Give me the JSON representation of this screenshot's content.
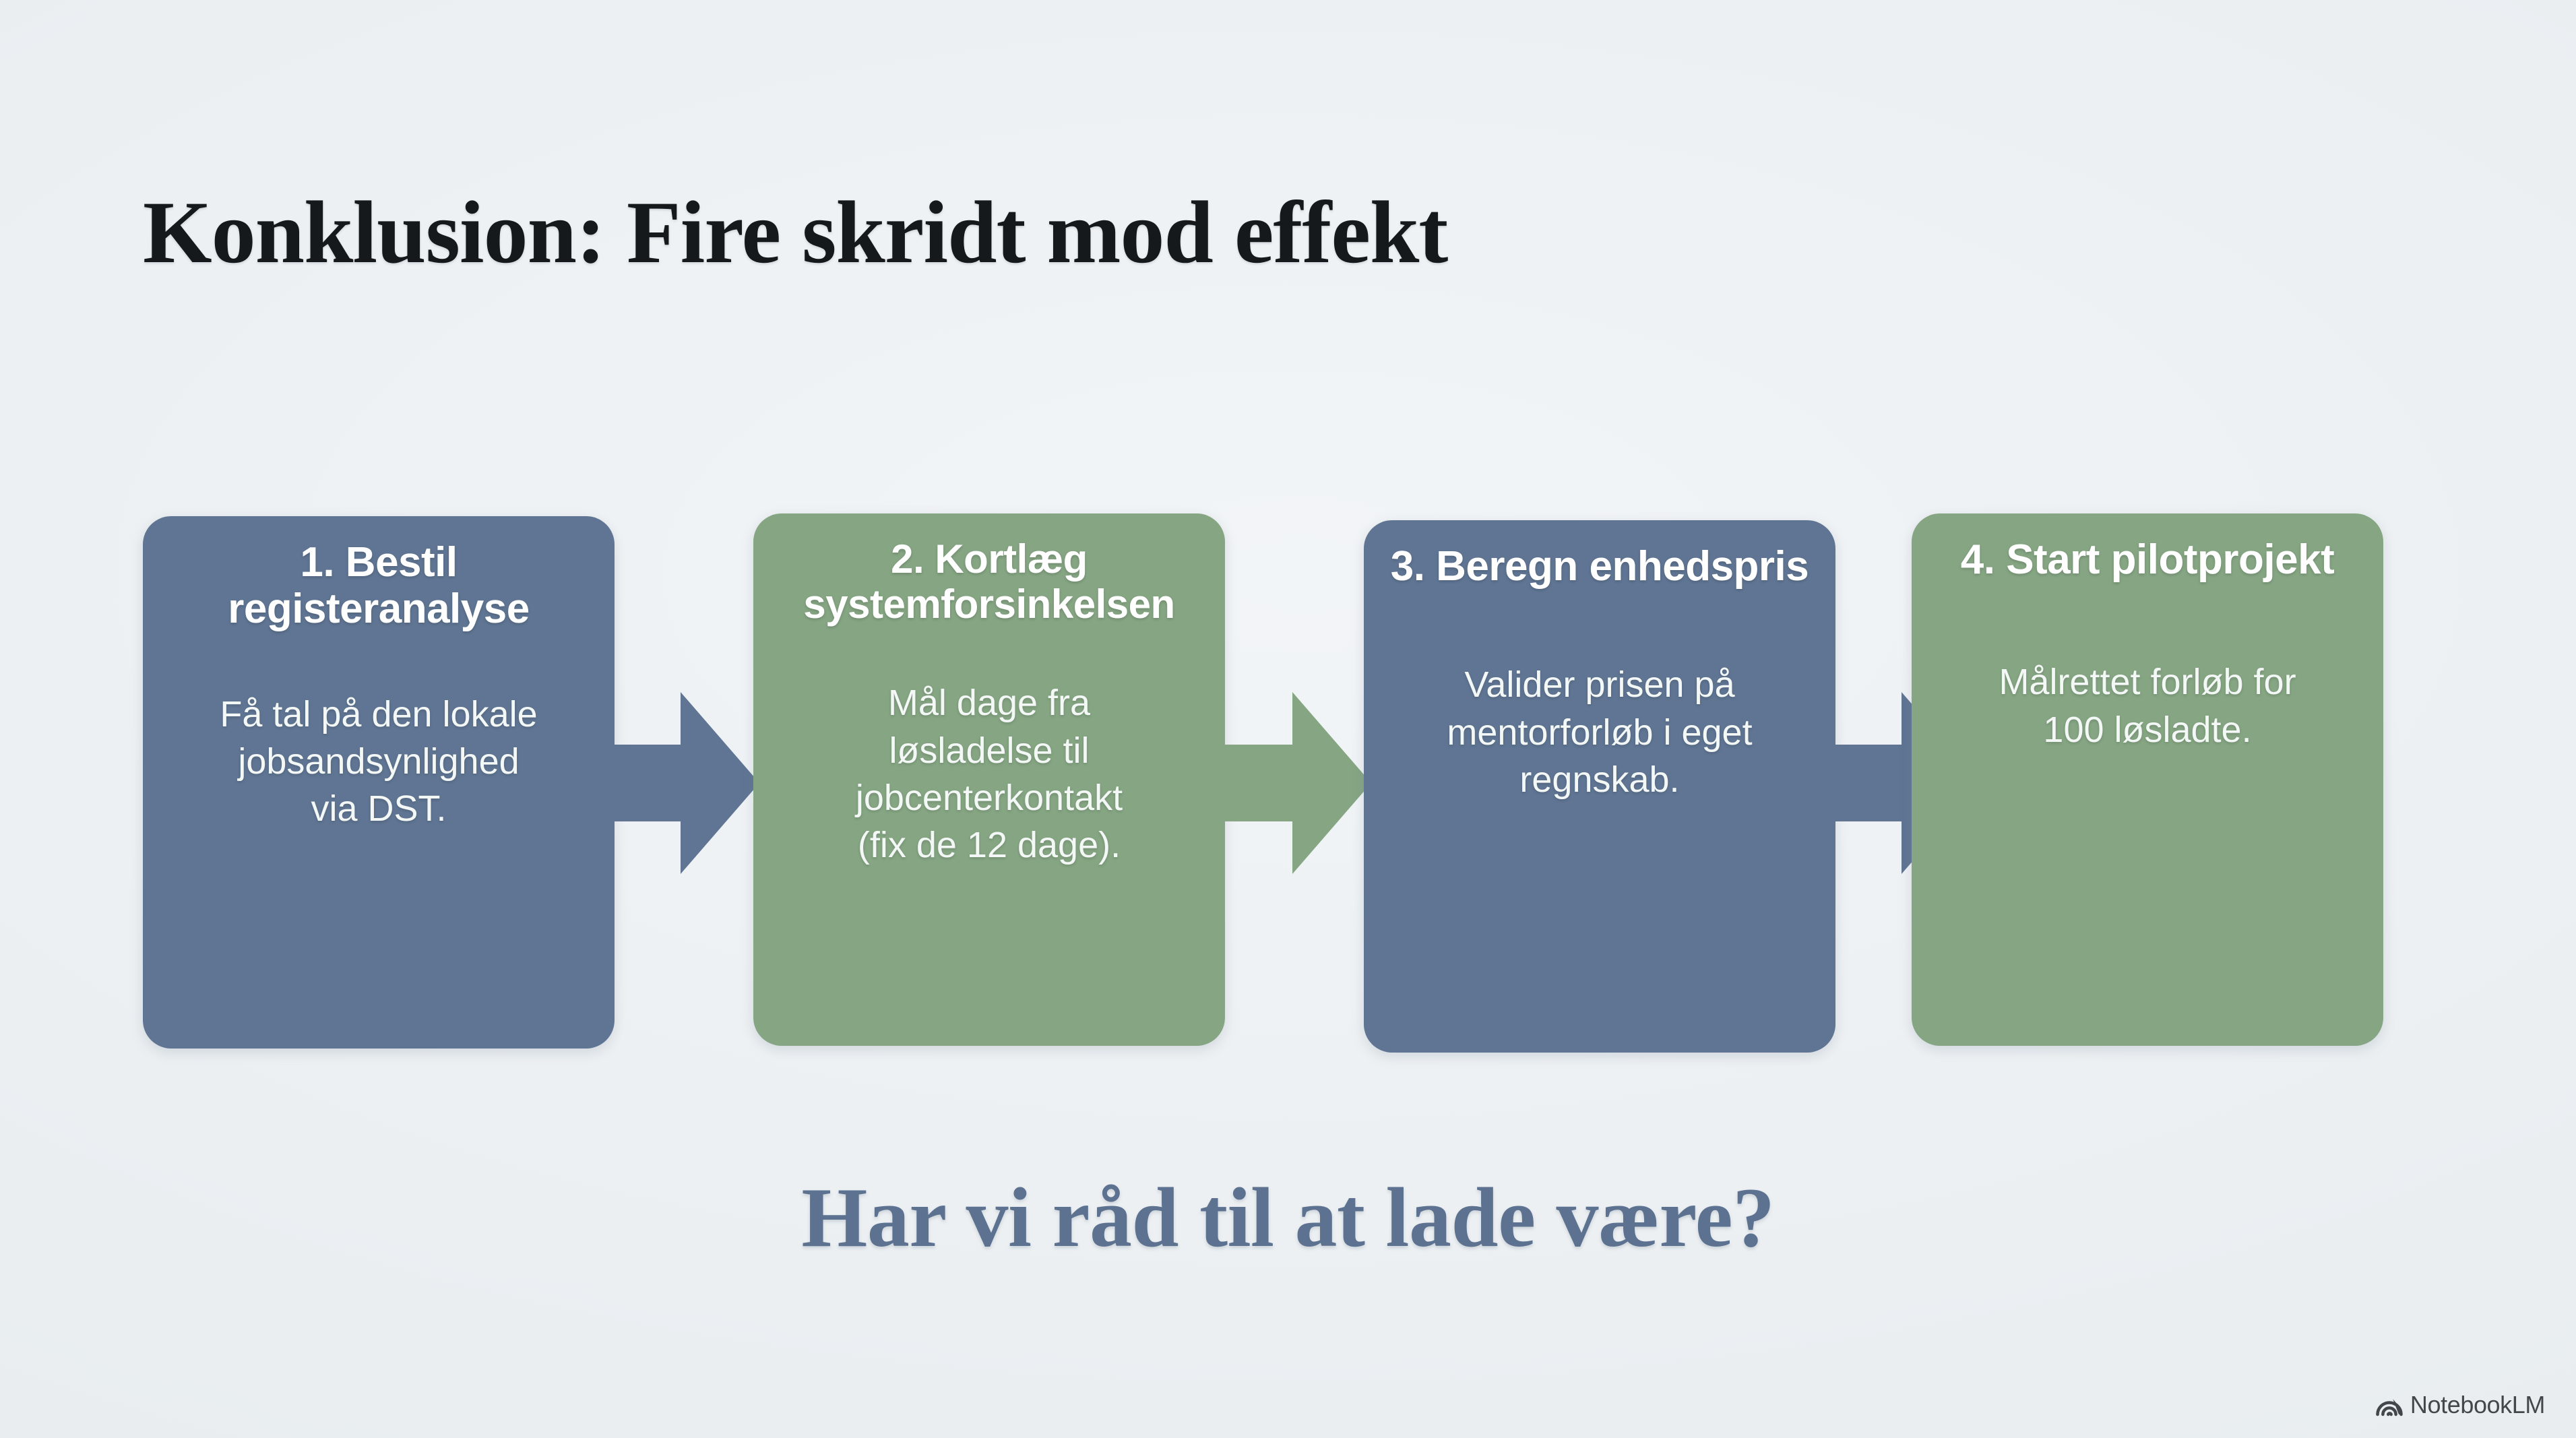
{
  "slide": {
    "title": "Konklusion: Fire skridt mod effekt",
    "tagline": "Har vi råd til at lade være?",
    "background_color": "#eef2f4",
    "title_color": "#16191c",
    "tagline_color": "#5d7290"
  },
  "theme": {
    "blue": "#5f7593",
    "green": "#85a583",
    "text_on_box": "#ffffff"
  },
  "steps": [
    {
      "title": "1. Bestil\nregisteranalyse",
      "desc": "Få tal på den lokale\njobsandsynlighed\nvia DST.",
      "color": "#5f7593",
      "color_name": "blue"
    },
    {
      "title": "2. Kortlæg\nsystemforsinkelsen",
      "desc": "Mål dage fra\nløsladelse til\njobcenterkontakt\n(fix de 12 dage).",
      "color": "#85a583",
      "color_name": "green"
    },
    {
      "title": "3. Beregn\nenhedspris",
      "desc": "Valider prisen på\nmentorforløb i eget\nregnskab.",
      "color": "#5f7593",
      "color_name": "blue"
    },
    {
      "title": "4. Start\npilotprojekt",
      "desc": "Målrettet forløb for\n100 løsladte.",
      "color": "#85a583",
      "color_name": "green"
    }
  ],
  "arrows": [
    {
      "from": 1,
      "to": 2,
      "color": "#5f7593",
      "direction": "right"
    },
    {
      "from": 2,
      "to": 3,
      "color": "#85a583",
      "direction": "right"
    },
    {
      "from": 3,
      "to": 4,
      "color": "#5f7593",
      "direction": "right"
    }
  ],
  "watermark": {
    "icon": "notebooklm-spiral-icon",
    "text": "NotebookLM"
  }
}
